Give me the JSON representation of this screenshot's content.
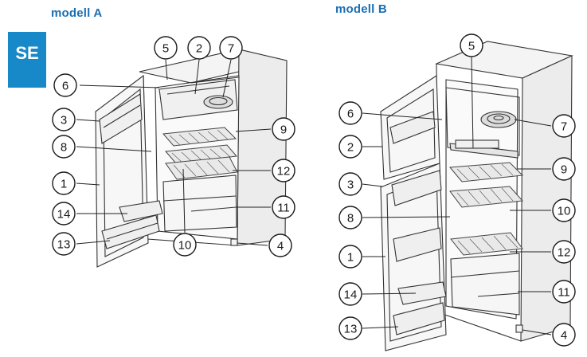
{
  "titles": {
    "left": "modell A",
    "right": "modell B"
  },
  "language_tab": {
    "label": "SE",
    "color": "#1788c8"
  },
  "title_color": "#1a6fb3",
  "model_a_callouts": [
    "5",
    "2",
    "7",
    "6",
    "3",
    "9",
    "8",
    "12",
    "1",
    "11",
    "14",
    "10",
    "13",
    "4"
  ],
  "model_b_callouts": [
    "5",
    "6",
    "7",
    "2",
    "9",
    "3",
    "10",
    "8",
    "1",
    "12",
    "14",
    "11",
    "13",
    "4"
  ]
}
